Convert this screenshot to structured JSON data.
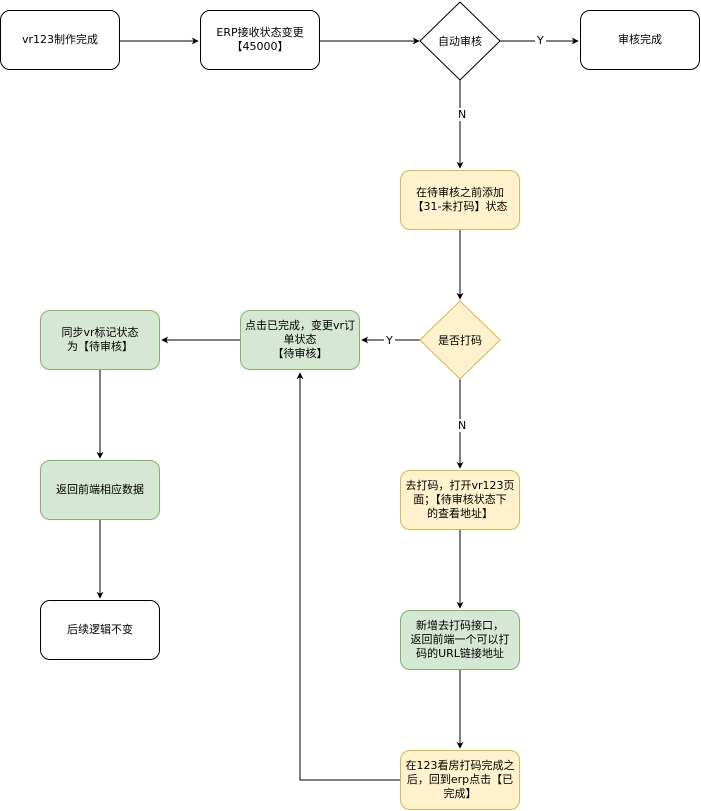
{
  "nodes": {
    "vr_done": "vr123制作完成",
    "erp_receive": "ERP接收状态变更\n【45000】",
    "auto_review": "自动审核",
    "review_done": "审核完成",
    "add_status": "在待审核之前添加\n【31-未打码】状态",
    "is_coded": "是否打码",
    "click_done": "点击已完成，变更vr订\n单状态\n【待审核】",
    "sync_vr": "同步vr标记状态\n为【待审核】",
    "return_front": "返回前端相应数据",
    "logic_same": "后续逻辑不变",
    "go_code": "去打码，打开vr123页\n面；【待审核状态下\n的查看地址】",
    "new_api": "新增去打码接口，\n返回前端一个可以打\n码的URL链接地址",
    "after_123": "在123看房打码完成之\n后，回到erp点击【已\n完成】"
  },
  "edge_labels": {
    "auto_yes": "Y",
    "auto_no": "N",
    "coded_yes": "Y",
    "coded_no": "N"
  },
  "colors": {
    "white_fill": "#ffffff",
    "yellow_fill": "#fff2cc",
    "yellow_stroke": "#d6b656",
    "green_fill": "#d5e8d4",
    "green_stroke": "#82b366",
    "line": "#000000"
  }
}
